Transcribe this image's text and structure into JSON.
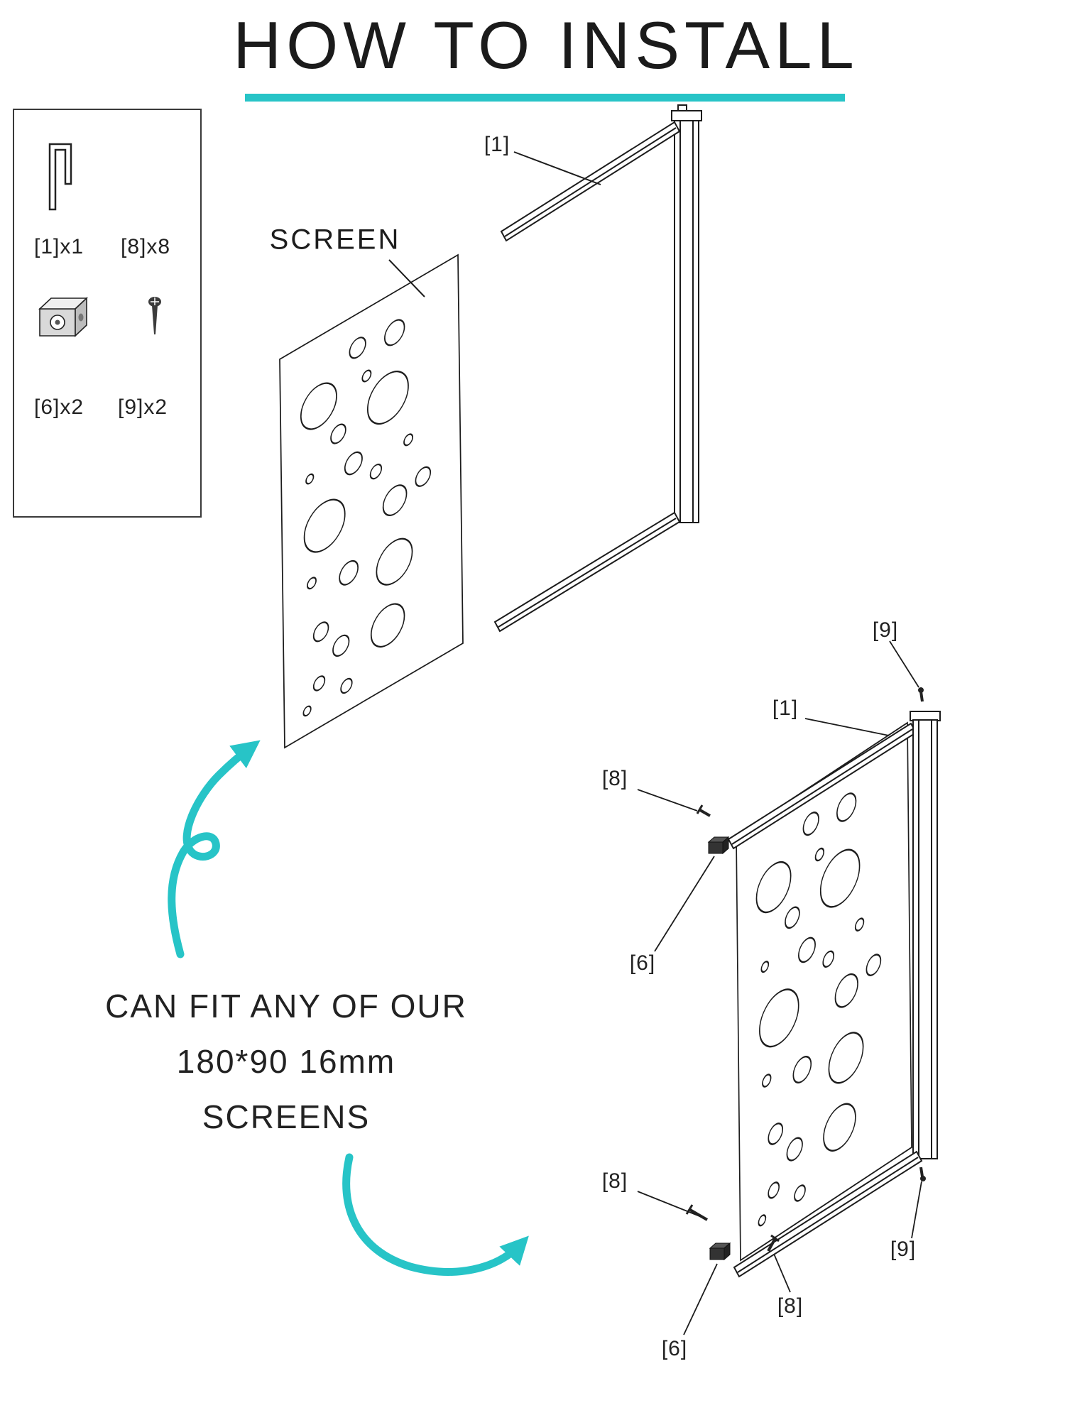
{
  "title": "HOW TO INSTALL",
  "colors": {
    "accent": "#27C4C7",
    "line": "#1c1c1c"
  },
  "legend": {
    "items": [
      {
        "part": "[1]",
        "qty": "x1",
        "label": "[1]x1",
        "icon": "frame-channel-icon"
      },
      {
        "part": "[8]",
        "qty": "x8",
        "label": "[8]x8",
        "icon": "screw-icon"
      },
      {
        "part": "[6]",
        "qty": "x2",
        "label": "[6]x2",
        "icon": "connector-block-icon"
      },
      {
        "part": "[9]",
        "qty": "x2",
        "label": "[9]x2",
        "icon": "screw-icon"
      }
    ]
  },
  "callouts": {
    "screen": "SCREEN",
    "frame_part": "[1]",
    "assembly": [
      {
        "label": "[9]",
        "position": "top-right"
      },
      {
        "label": "[1]",
        "position": "top"
      },
      {
        "label": "[8]",
        "position": "upper-left"
      },
      {
        "label": "[6]",
        "position": "mid-left"
      },
      {
        "label": "[8]",
        "position": "lower-left"
      },
      {
        "label": "[9]",
        "position": "bottom-right"
      },
      {
        "label": "[8]",
        "position": "bottom-middle"
      },
      {
        "label": "[6]",
        "position": "bottom-left"
      }
    ]
  },
  "caption": {
    "line1": "CAN FIT ANY OF OUR",
    "line2": "180*90 16mm",
    "line3": "SCREENS"
  }
}
